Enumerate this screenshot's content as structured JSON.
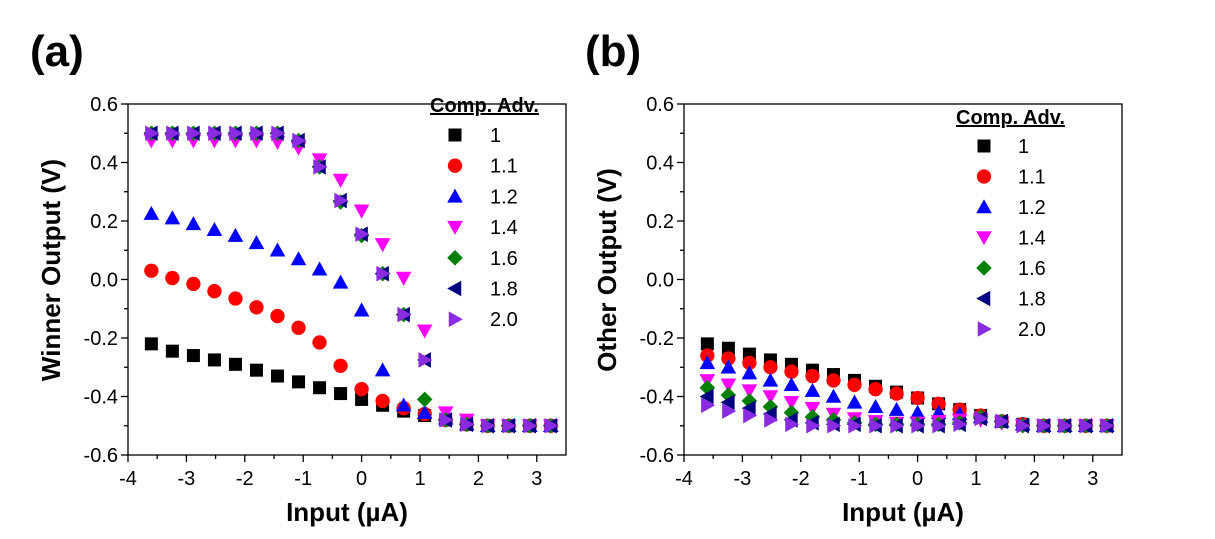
{
  "figure": {
    "panel_a_label": "(a)",
    "panel_b_label": "(b)"
  },
  "chart_data": [
    {
      "type": "scatter",
      "panel": "(a)",
      "xlabel": "Input (µA)",
      "ylabel": "Winner Output (V)",
      "xlim": [
        -4,
        3.5
      ],
      "ylim": [
        -0.6,
        0.6
      ],
      "xticks": [
        -4,
        -3,
        -2,
        -1,
        0,
        1,
        2,
        3
      ],
      "yticks": [
        0.6,
        0.4,
        0.2,
        0.0,
        -0.2,
        -0.4,
        -0.6
      ],
      "ytick_labels": [
        "0.6",
        "0.4",
        "0.2",
        "0.0",
        "-0.2",
        "-0.4",
        "-0.6"
      ],
      "legend_title": "Comp. Adv.",
      "legend_position": "top-right",
      "grid": false,
      "x": [
        -3.6,
        -3.24,
        -2.88,
        -2.52,
        -2.16,
        -1.8,
        -1.44,
        -1.08,
        -0.72,
        -0.36,
        0.0,
        0.36,
        0.72,
        1.08,
        1.44,
        1.8,
        2.16,
        2.52,
        2.88,
        3.24
      ],
      "series": [
        {
          "name": "1",
          "marker": "square",
          "color": "#000000",
          "values": [
            -0.22,
            -0.245,
            -0.26,
            -0.275,
            -0.29,
            -0.31,
            -0.33,
            -0.35,
            -0.37,
            -0.39,
            -0.41,
            -0.43,
            -0.45,
            -0.465,
            -0.48,
            -0.495,
            -0.5,
            -0.5,
            -0.5,
            -0.5
          ]
        },
        {
          "name": "1.1",
          "marker": "circle",
          "color": "#ff0000",
          "values": [
            0.03,
            0.005,
            -0.015,
            -0.04,
            -0.065,
            -0.095,
            -0.125,
            -0.165,
            -0.215,
            -0.295,
            -0.375,
            -0.415,
            -0.44,
            -0.46,
            -0.48,
            -0.495,
            -0.5,
            -0.5,
            -0.5,
            -0.5
          ]
        },
        {
          "name": "1.2",
          "marker": "triangle-up",
          "color": "#0000ff",
          "values": [
            0.225,
            0.21,
            0.19,
            0.17,
            0.15,
            0.125,
            0.1,
            0.07,
            0.035,
            -0.01,
            -0.105,
            -0.31,
            -0.43,
            -0.455,
            -0.475,
            -0.495,
            -0.5,
            -0.5,
            -0.5,
            -0.5
          ]
        },
        {
          "name": "1.4",
          "marker": "triangle-down",
          "color": "#ff00ff",
          "values": [
            0.475,
            0.475,
            0.475,
            0.475,
            0.475,
            0.475,
            0.47,
            0.45,
            0.41,
            0.34,
            0.235,
            0.12,
            0.005,
            -0.175,
            -0.455,
            -0.48,
            -0.5,
            -0.5,
            -0.5,
            -0.5
          ]
        },
        {
          "name": "1.6",
          "marker": "diamond",
          "color": "#008000",
          "values": [
            0.5,
            0.5,
            0.5,
            0.5,
            0.5,
            0.5,
            0.5,
            0.475,
            0.385,
            0.265,
            0.15,
            0.02,
            -0.12,
            -0.41,
            -0.48,
            -0.495,
            -0.5,
            -0.5,
            -0.5,
            -0.5
          ]
        },
        {
          "name": "1.8",
          "marker": "triangle-left",
          "color": "#000080",
          "values": [
            0.5,
            0.5,
            0.5,
            0.5,
            0.5,
            0.5,
            0.5,
            0.475,
            0.385,
            0.27,
            0.155,
            0.02,
            -0.12,
            -0.275,
            -0.48,
            -0.495,
            -0.5,
            -0.5,
            -0.5,
            -0.5
          ]
        },
        {
          "name": "2.0",
          "marker": "triangle-right",
          "color": "#8a2be2",
          "values": [
            0.5,
            0.5,
            0.5,
            0.5,
            0.5,
            0.5,
            0.5,
            0.475,
            0.385,
            0.27,
            0.155,
            0.02,
            -0.12,
            -0.275,
            -0.48,
            -0.495,
            -0.5,
            -0.5,
            -0.5,
            -0.5
          ]
        }
      ]
    },
    {
      "type": "scatter",
      "panel": "(b)",
      "xlabel": "Input (µA)",
      "ylabel": "Other Output (V)",
      "xlim": [
        -4,
        3.5
      ],
      "ylim": [
        -0.6,
        0.6
      ],
      "xticks": [
        -4,
        -3,
        -2,
        -1,
        0,
        1,
        2,
        3
      ],
      "yticks": [
        0.6,
        0.4,
        0.2,
        0.0,
        -0.2,
        -0.4,
        -0.6
      ],
      "ytick_labels": [
        "0.6",
        "0.4",
        "0.2",
        "0.0",
        "-0.2",
        "-0.4",
        "-0.6"
      ],
      "legend_title": "Comp. Adv.",
      "legend_position": "top-right",
      "grid": false,
      "x": [
        -3.6,
        -3.24,
        -2.88,
        -2.52,
        -2.16,
        -1.8,
        -1.44,
        -1.08,
        -0.72,
        -0.36,
        0.0,
        0.36,
        0.72,
        1.08,
        1.44,
        1.8,
        2.16,
        2.52,
        2.88,
        3.24
      ],
      "series": [
        {
          "name": "1",
          "marker": "square",
          "color": "#000000",
          "values": [
            -0.22,
            -0.235,
            -0.255,
            -0.275,
            -0.29,
            -0.31,
            -0.325,
            -0.345,
            -0.365,
            -0.385,
            -0.405,
            -0.425,
            -0.445,
            -0.465,
            -0.485,
            -0.495,
            -0.5,
            -0.5,
            -0.5,
            -0.5
          ]
        },
        {
          "name": "1.1",
          "marker": "circle",
          "color": "#ff0000",
          "values": [
            -0.26,
            -0.27,
            -0.285,
            -0.3,
            -0.315,
            -0.33,
            -0.345,
            -0.36,
            -0.375,
            -0.39,
            -0.405,
            -0.425,
            -0.445,
            -0.465,
            -0.485,
            -0.495,
            -0.5,
            -0.5,
            -0.5,
            -0.5
          ]
        },
        {
          "name": "1.2",
          "marker": "triangle-up",
          "color": "#0000ff",
          "values": [
            -0.285,
            -0.3,
            -0.32,
            -0.345,
            -0.36,
            -0.38,
            -0.4,
            -0.42,
            -0.435,
            -0.445,
            -0.455,
            -0.455,
            -0.46,
            -0.47,
            -0.485,
            -0.495,
            -0.5,
            -0.5,
            -0.5,
            -0.5
          ]
        },
        {
          "name": "1.4",
          "marker": "triangle-down",
          "color": "#ff00ff",
          "values": [
            -0.345,
            -0.36,
            -0.38,
            -0.4,
            -0.42,
            -0.44,
            -0.46,
            -0.475,
            -0.485,
            -0.49,
            -0.49,
            -0.485,
            -0.48,
            -0.48,
            -0.49,
            -0.5,
            -0.5,
            -0.5,
            -0.5,
            -0.5
          ]
        },
        {
          "name": "1.6",
          "marker": "diamond",
          "color": "#008000",
          "values": [
            -0.37,
            -0.395,
            -0.415,
            -0.435,
            -0.455,
            -0.47,
            -0.48,
            -0.49,
            -0.495,
            -0.495,
            -0.495,
            -0.495,
            -0.49,
            -0.47,
            -0.485,
            -0.5,
            -0.5,
            -0.5,
            -0.5,
            -0.5
          ]
        },
        {
          "name": "1.8",
          "marker": "triangle-left",
          "color": "#000080",
          "values": [
            -0.4,
            -0.42,
            -0.44,
            -0.46,
            -0.48,
            -0.49,
            -0.495,
            -0.495,
            -0.5,
            -0.5,
            -0.5,
            -0.5,
            -0.495,
            -0.475,
            -0.485,
            -0.5,
            -0.5,
            -0.5,
            -0.5,
            -0.5
          ]
        },
        {
          "name": "2.0",
          "marker": "triangle-right",
          "color": "#8a2be2",
          "values": [
            -0.43,
            -0.45,
            -0.465,
            -0.48,
            -0.495,
            -0.5,
            -0.5,
            -0.5,
            -0.5,
            -0.5,
            -0.5,
            -0.5,
            -0.495,
            -0.475,
            -0.485,
            -0.5,
            -0.5,
            -0.5,
            -0.5,
            -0.5
          ]
        }
      ]
    }
  ]
}
